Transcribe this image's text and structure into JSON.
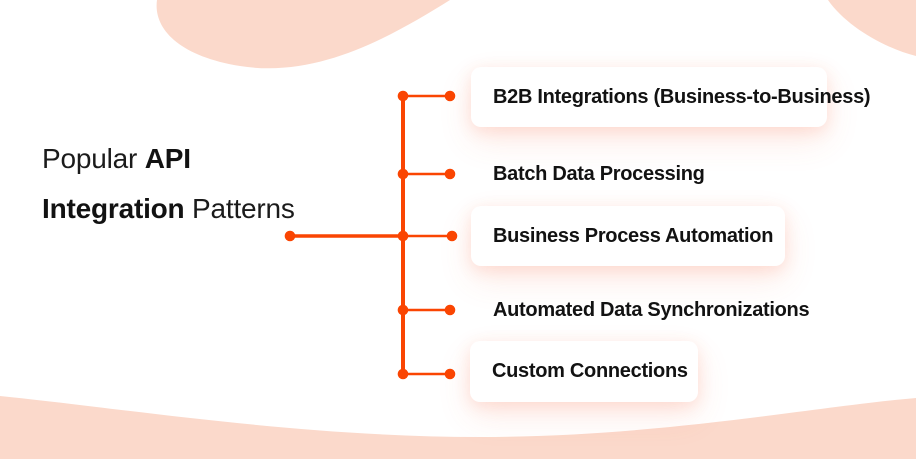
{
  "title": {
    "part1": "Popular ",
    "part2": "API",
    "part3": "Integration",
    "part4": " Patterns"
  },
  "items": [
    {
      "label": "B2B Integrations (Business-to-Business)",
      "card": true
    },
    {
      "label": "Batch Data Processing",
      "card": false
    },
    {
      "label": "Business Process Automation",
      "card": true
    },
    {
      "label": "Automated Data Synchronizations",
      "card": false
    },
    {
      "label": "Custom Connections",
      "card": true
    }
  ],
  "colors": {
    "accent_orange": "#FA4502",
    "blob_peach": "#FBD9CB",
    "text_dark": "#121212",
    "card_bg": "#FFFFFF"
  }
}
